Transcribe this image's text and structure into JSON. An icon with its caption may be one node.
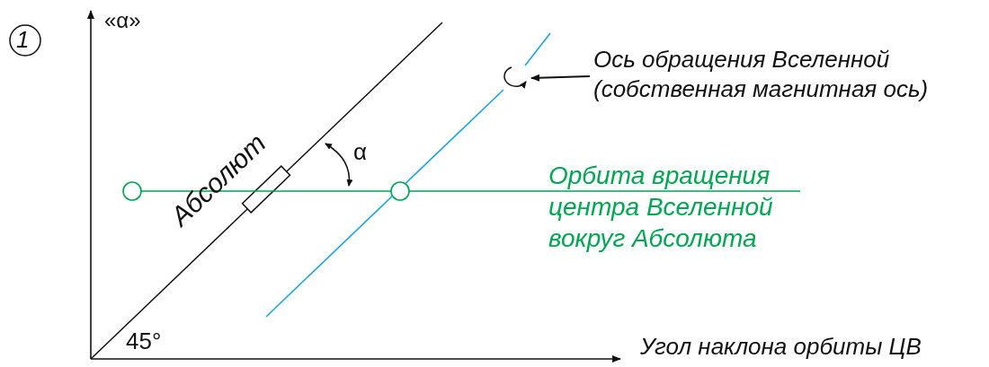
{
  "diagram": {
    "nodes": [
      {
        "text": [
          "Ось обращения Вселенной (собственная магнитная ось)"
        ]
      },
      {
        "text": [],
        "shape": "picture"
      }
    ],
    "edges": [
      {
        "from": 0,
        "to": 1,
        "arrow": "to"
      }
    ],
    "labels": [
      "1",
      "«α»",
      "Абсолют",
      "α",
      "Орбита вращения центра Вселенной вокруг Абсолюта",
      "45°",
      "Угол наклона орбиты ЦВ"
    ]
  }
}
